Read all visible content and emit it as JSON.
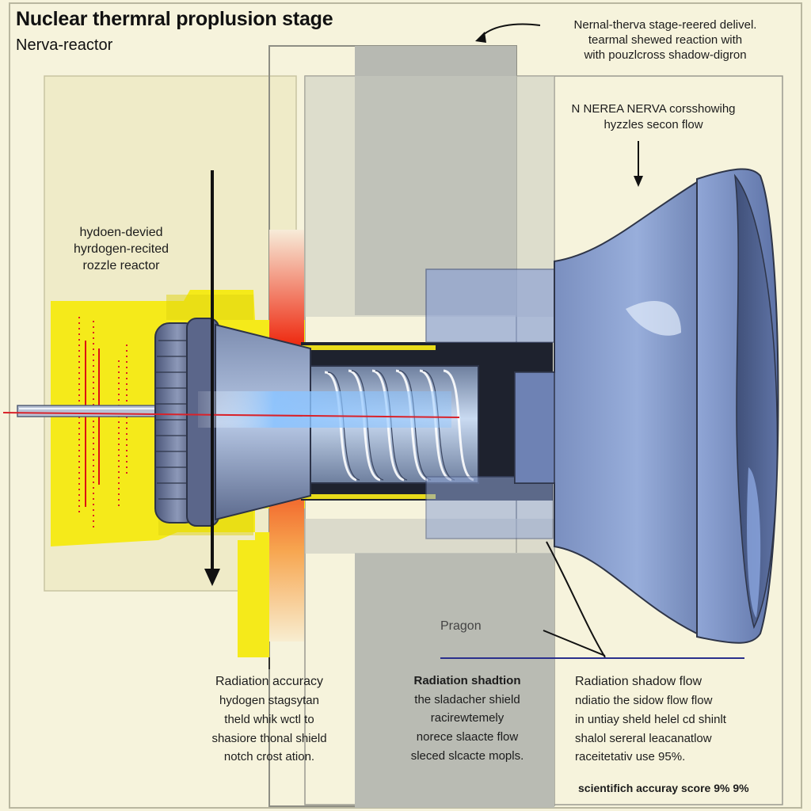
{
  "title": "Nuclear thermral proplusion stage",
  "subtitle": "Nerva-reactor",
  "top_right_note": [
    "Nernal-therva stage-reered delivel.",
    "tearmal shewed reaction with",
    "with pouzlcross shadow-digron"
  ],
  "mid_right_note": [
    "N NEREA NERVA corsshowihg",
    "hyzzles secon flow"
  ],
  "left_note": [
    "hydoen-devied",
    "hyrdogen-recited",
    "rozzle reactor"
  ],
  "pragon_label": "Pragon",
  "bottom_col1": [
    "Radiation accuracy",
    "hydogen stagsytan",
    "theld whik wctl to",
    "shasiore thonal shield",
    "notch crost ation."
  ],
  "bottom_col2": [
    "Radiation shadtion",
    "the sladacher shield",
    "racirewtemely",
    "norece slaacte flow",
    "sleced slcacte mopls."
  ],
  "bottom_col3": [
    "Radiation shadow flow",
    "ndiatio the sidow flow flow",
    "in untiay sheld helel cd shinlt",
    "shalol sereral leacanatlow",
    "raceitetativ use 95%."
  ],
  "score_text": "scientifich accuray score 9% 9%",
  "colors": {
    "background": "#f6f3dc",
    "yellow": "#f5ea1a",
    "red_shield": "#ee2a10",
    "gray_panel": "#b6b8b2",
    "steel_blue": "#7f95c6",
    "dark_outline": "#2e3548",
    "glow": "#8cc4ff"
  }
}
